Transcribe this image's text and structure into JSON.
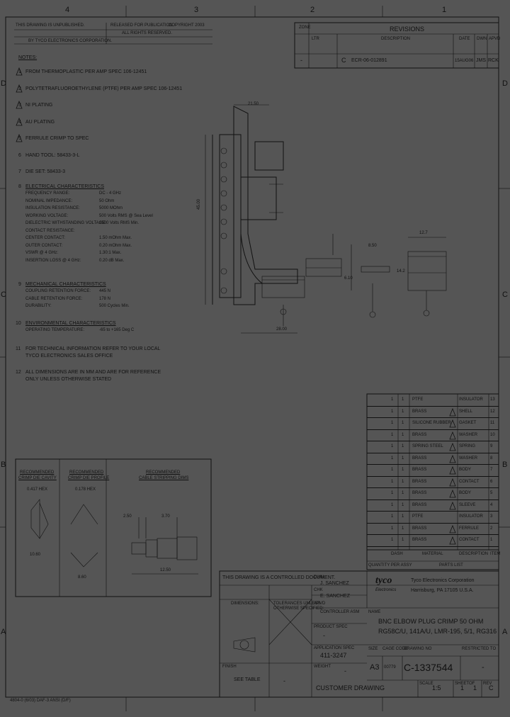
{
  "border": {
    "top_zones": [
      "4",
      "3",
      "2",
      "1"
    ],
    "side_zones_left": [
      "D",
      "C",
      "B",
      "A"
    ],
    "side_zones_right": [
      "D",
      "C",
      "B",
      "A"
    ]
  },
  "header": {
    "copyright_line": "THIS DRAWING IS UNPUBLISHED.",
    "release_line": "RELEASED FOR PUBLICATION",
    "copyright_year": "COPYRIGHT 2003",
    "rights_line": "ALL RIGHTS RESERVED.",
    "company_line": "BY TYCO ELECTRONICS CORPORATION."
  },
  "revisions": {
    "title": "REVISIONS",
    "col_zone": "ZONE",
    "col_ltr": "LTR",
    "col_desc": "DESCRIPTION",
    "col_date": "DATE",
    "col_dwn": "DWN",
    "col_apvd": "APVD",
    "rows": [
      {
        "zone": "-",
        "ltr": "C",
        "desc": "ECR-06-012891",
        "date": "15AUG06",
        "dwn": "JMS",
        "apvd": "RCK"
      }
    ]
  },
  "notes": {
    "title": "NOTES:",
    "items": [
      {
        "num": "1",
        "text": "FROM THERMOPLASTIC PER AMP SPEC 106-12451",
        "flag": true
      },
      {
        "num": "2",
        "text": "POLYTETRAFLUOROETHYLENE (PTFE) PER AMP SPEC 106-12451",
        "flag": true
      },
      {
        "num": "3",
        "text": "NI PLATING",
        "flag": true
      },
      {
        "num": "4",
        "text": "AU PLATING",
        "flag": true
      },
      {
        "num": "5",
        "text": "FERRULE CRIMP TO SPEC",
        "flag": true
      },
      {
        "num": "6",
        "text": "HAND TOOL: 58433-3-L",
        "flag": false
      },
      {
        "num": "7",
        "text": "DIE SET: 58433-3",
        "flag": false
      }
    ],
    "electrical": {
      "heading": "ELECTRICAL CHARACTERISTICS",
      "rows": [
        [
          "FREQUENCY RANGE:",
          "DC - 4 GHz"
        ],
        [
          "NOMINAL IMPEDANCE:",
          "50 Ohm"
        ],
        [
          "INSULATION RESISTANCE:",
          "5000 MOhm"
        ],
        [
          "WORKING VOLTAGE:",
          "500 Volts RMS @ Sea Level"
        ],
        [
          "DIELECTRIC WITHSTANDING VOLTAGE:",
          "1500 Volts RMS Min."
        ],
        [
          "CONTACT RESISTANCE:",
          ""
        ],
        [
          "CENTER CONTACT:",
          "1.50 mOhm Max."
        ],
        [
          "OUTER CONTACT:",
          "0.20 mOhm Max."
        ],
        [
          "VSWR @ 4 GHz:",
          "1.30:1 Max."
        ],
        [
          "INSERTION LOSS @ 4 GHz:",
          "0.20 dB Max."
        ]
      ]
    },
    "mechanical": {
      "heading": "MECHANICAL CHARACTERISTICS",
      "rows": [
        [
          "COUPLING RETENTION FORCE:",
          "445 N"
        ],
        [
          "CABLE RETENTION FORCE:",
          "178 N"
        ],
        [
          "DURABILITY:",
          "500 Cycles Min."
        ]
      ]
    },
    "environmental": {
      "heading": "ENVIRONMENTAL CHARACTERISTICS",
      "rows": [
        [
          "OPERATING TEMPERATURE:",
          "-65 to +165 Deg C"
        ]
      ]
    },
    "note11": [
      "FOR TECHNICAL INFORMATION REFER TO YOUR LOCAL",
      "TYCO ELECTRONICS SALES OFFICE"
    ],
    "note12": [
      "ALL DIMENSIONS ARE IN MM AND ARE FOR REFERENCE",
      "ONLY UNLESS OTHERWISE STATED"
    ]
  },
  "dimensions": {
    "top_width": "21.50",
    "left_height": "45.00",
    "bottom_width": "28.00",
    "cable_len": "8.50",
    "body_width": "12.7",
    "body_dia": "14.2",
    "cable_dia": "6.10"
  },
  "strip_panel": {
    "col1_title": [
      "RECOMMENDED",
      "CRIMP DIE CAVITY"
    ],
    "col1_sub": "0.417 HEX",
    "col2_title": [
      "RECOMMENDED",
      "CRIMP DIE PROFILE"
    ],
    "col2_sub": "0.178 HEX",
    "col3_title": [
      "RECOMMENDED",
      "CABLE STRIPPING DIMS"
    ],
    "dim_a": "2.50",
    "dim_b": "3.70",
    "dim_c": "12.50",
    "dim_d": "10.60",
    "dim_hex": "8.60"
  },
  "bom": {
    "header": {
      "qty": "QUANTITY",
      "item": "ITEM NO.",
      "dash": "DASH",
      "material": "MATERIAL",
      "desc": "DESCRIPTION",
      "item_no": "ITEM"
    },
    "rows": [
      {
        "qty": "1",
        "n": "1",
        "material": "PTFE",
        "flag": false,
        "desc": "INSULATOR",
        "item": "13"
      },
      {
        "qty": "1",
        "n": "1",
        "material": "BRASS",
        "flag": true,
        "desc": "SHELL",
        "item": "12"
      },
      {
        "qty": "1",
        "n": "1",
        "material": "SILICONE RUBBER",
        "flag": true,
        "desc": "GASKET",
        "item": "11"
      },
      {
        "qty": "1",
        "n": "1",
        "material": "BRASS",
        "flag": true,
        "desc": "WASHER",
        "item": "10"
      },
      {
        "qty": "1",
        "n": "1",
        "material": "SPRING STEEL",
        "flag": true,
        "desc": "SPRING",
        "item": "9"
      },
      {
        "qty": "1",
        "n": "1",
        "material": "BRASS",
        "flag": true,
        "desc": "WASHER",
        "item": "8"
      },
      {
        "qty": "1",
        "n": "1",
        "material": "BRASS",
        "flag": true,
        "desc": "BODY",
        "item": "7"
      },
      {
        "qty": "1",
        "n": "1",
        "material": "BRASS",
        "flag": true,
        "desc": "CONTACT",
        "item": "6"
      },
      {
        "qty": "1",
        "n": "1",
        "material": "BRASS",
        "flag": true,
        "desc": "BODY",
        "item": "5"
      },
      {
        "qty": "1",
        "n": "1",
        "material": "BRASS",
        "flag": true,
        "desc": "SLEEVE",
        "item": "4"
      },
      {
        "qty": "1",
        "n": "1",
        "material": "PTFE",
        "flag": false,
        "desc": "INSULATOR",
        "item": "3"
      },
      {
        "qty": "1",
        "n": "1",
        "material": "BRASS",
        "flag": true,
        "desc": "FERRULE",
        "item": "2"
      },
      {
        "qty": "1",
        "n": "1",
        "material": "BRASS",
        "flag": true,
        "desc": "CONTACT",
        "item": "1"
      }
    ],
    "footer_left": "QUANTITY PER ASSY",
    "footer_right": "PARTS LIST",
    "footer_mat": "MATERIAL",
    "footer_desc": "DESCRIPTION",
    "footer_dash": "DASH",
    "footer_item": "ITEM"
  },
  "title_block": {
    "controlled": "THIS DRAWING IS A CONTROLLED DOCUMENT.",
    "dimensions_label": "DIMENSIONS:",
    "tolerances_label": [
      "TOLERANCES UNLESS",
      "OTHERWISE SPECIFIED:"
    ],
    "dwn_label": "DWN",
    "dwn_value": "J. SANCHEZ",
    "chk_label": "CHK",
    "chk_value": "E. SANCHEZ",
    "appvd_label": "APVD",
    "appvd_value": "CONTROLLER ASM",
    "prod_spec_label": "PRODUCT SPEC",
    "prod_spec_value": "-",
    "app_spec_label": "APPLICATION SPEC",
    "app_spec_value": "411-3247",
    "weight_label": "WEIGHT",
    "weight_value": "-",
    "finish_label": "FINISH",
    "finish_value": "SEE TABLE",
    "brand": "tyco",
    "brand_sub": "Electronics",
    "company1": "Tyco Electronics Corporation",
    "company2": "Harrisburg, PA 17105 U.S.A.",
    "name_label": "NAME",
    "title1": "BNC ELBOW PLUG CRIMP 50 OHM",
    "title2": "RG58C/U, 141A/U, LMR-195, 5/1, RG316",
    "size_label": "SIZE",
    "cage_label": "CAGE CODE",
    "dwg_no_label": "DRAWING NO",
    "restricted_label": "RESTRICTED TO",
    "size_value": "A3",
    "cage_value": "00779",
    "dwg_no_value": "C-1337544",
    "restricted_value": "-",
    "customer_drawing": "CUSTOMER DRAWING",
    "scale_label": "SCALE",
    "scale_value": "1:5",
    "sheet_label": "SHEET",
    "sheet_value": "1",
    "of_label": "OF",
    "of_value": "1",
    "rev_label": "REV",
    "rev_value": "C"
  },
  "footer": {
    "form": "4804-0 (6/03) DAF-3 ANSI (D/F)"
  }
}
